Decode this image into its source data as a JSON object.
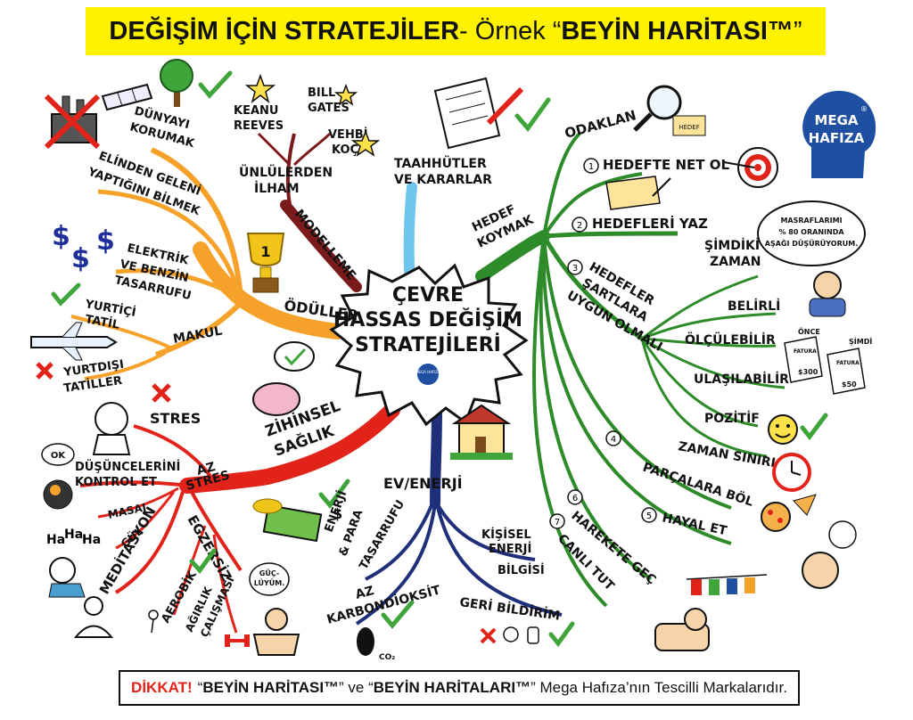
{
  "title": {
    "part1": "DEĞİŞİM İÇİN STRATEJİLER",
    "sep": " - Örnek “",
    "part2": "BEYİN HARİTASI™",
    "end": "”"
  },
  "center": {
    "line1": "ÇEVRE",
    "line2": "HASSAS DEĞİŞİM",
    "line3": "STRATEJİLERİ",
    "badge": "MEGA HAFIZA"
  },
  "logo": {
    "line1": "MEGA",
    "line2": "HAFIZA",
    "reg": "®"
  },
  "left_top": {
    "branch": "ÖDÜLLER",
    "b1": [
      "DÜNYAYI",
      "KORUMAK"
    ],
    "b2": [
      "ELİNDEN GELENİ",
      "YAPTIĞINI BİLMEK"
    ],
    "b3": [
      "ELEKTRİK",
      "VE BENZİN",
      "TASARRUFU"
    ],
    "b4": "MAKUL",
    "b4a": [
      "YURTİÇİ",
      "TATİL"
    ],
    "b4b": [
      "YURTDIŞI",
      "TATİLLER"
    ]
  },
  "top": {
    "branch": "MODELLEME",
    "sub": [
      "ÜNLÜLERDEN",
      "İLHAM"
    ],
    "names": [
      "KEANU",
      "REEVES",
      "BILL",
      "GATES",
      "VEHBİ",
      "KOÇ"
    ],
    "trophy_num": "1"
  },
  "commit": [
    "TAAHHÜTLER",
    "VE KARARLAR"
  ],
  "right": {
    "branch": [
      "HEDEF",
      "KOYMAK"
    ],
    "odak": "ODAKLAN",
    "odak_tag": "HEDEF",
    "i1": "HEDEFTE NET OL",
    "i2": "HEDEFLERİ YAZ",
    "i3": [
      "HEDEFLER",
      "ŞARTLARA",
      "UYGUN OLMALI"
    ],
    "i3_items": [
      "ŞİMDİKİ",
      "ZAMAN",
      "BELİRLİ",
      "ÖLÇÜLEBİLİR",
      "ULAŞILABİLİR",
      "POZİTİF",
      "ZAMAN SINIRI"
    ],
    "i4": "PARÇALARA BÖL",
    "i5": "HAYAL ET",
    "i6": "HAREKETE GEÇ",
    "i7": "CANLI TUT",
    "nums": [
      "1",
      "2",
      "3",
      "4",
      "5",
      "6",
      "7"
    ],
    "speech": [
      "MASRAFLARIMI",
      "% 80 ORANINDA",
      "AŞAĞI DÜŞÜRÜYORUM."
    ],
    "receipt1": [
      "ÖNCE",
      "FATURA",
      "$300"
    ],
    "receipt2": [
      "ŞİMDİ",
      "FATURA",
      "$50"
    ]
  },
  "left_bottom": {
    "branch": [
      "ZİHİNSEL",
      "SAĞLIK"
    ],
    "az_stres": [
      "AZ",
      "STRES"
    ],
    "stres": "STRES",
    "dusunce": [
      "DÜŞÜNCELERİNİ",
      "KONTROL ET"
    ],
    "ok": "OK",
    "masaj": "MASAJ",
    "gul": "GÜL",
    "haha": [
      "Ha",
      "Ha",
      "Ha"
    ],
    "meditasyon": "MEDİTASYON",
    "egzersiz": "EGZERSİZ",
    "aerobik": "AEROBİK",
    "agirlik": [
      "AĞIRLIK",
      "ÇALIŞMASI"
    ],
    "guclu": [
      "GÜÇ-",
      "LÜYÜM."
    ]
  },
  "bottom": {
    "branch": "EV/ENERJİ",
    "tasarruf": [
      "ENERJİ",
      "& PARA",
      "TASARRUFU"
    ],
    "dollar": "$",
    "karbon": [
      "AZ",
      "KARBONDİOKSİT"
    ],
    "co2": "CO₂",
    "kisisel": [
      "KİŞİSEL",
      "ENERJİ",
      "BİLGİSİ"
    ],
    "geri": "GERİ BİLDİRİM"
  },
  "footer": {
    "warn": "DİKKAT!",
    "t1": "“",
    "b1": "BEYİN HARİTASI™",
    "t2": "” ve “",
    "b2": "BEYİN HARİTALARI™",
    "t3": "” Mega Hafıza’nın Tescilli Markalarıdır."
  },
  "colors": {
    "orange": "#f5a12a",
    "green": "#2e8b2a",
    "red": "#e2231a",
    "navy": "#1f2f7a",
    "darkred": "#7a1a1a",
    "skyblue": "#6ec6ef",
    "yellow": "#fff200",
    "logo_blue": "#1f4fa0"
  }
}
